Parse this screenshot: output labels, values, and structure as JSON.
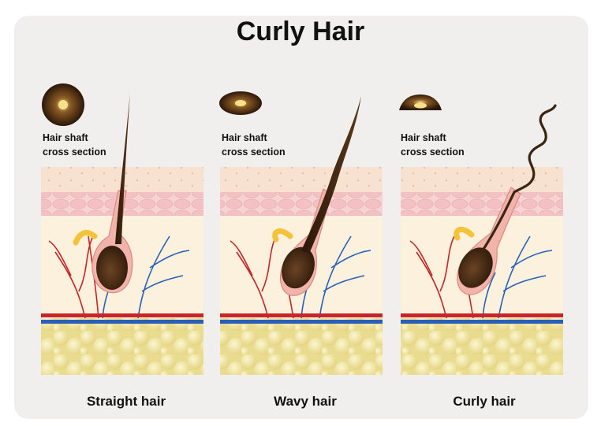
{
  "title": "Curly Hair",
  "panels": [
    {
      "cross_section_label_1": "Hair shaft",
      "cross_section_label_2": "cross section",
      "caption": "Straight hair"
    },
    {
      "cross_section_label_1": "Hair shaft",
      "cross_section_label_2": "cross section",
      "caption": "Wavy hair"
    },
    {
      "cross_section_label_1": "Hair shaft",
      "cross_section_label_2": "cross section",
      "caption": "Curly hair"
    }
  ],
  "colors": {
    "background": "#f0efee",
    "epidermis": "#f6dcc6",
    "skin_layer": "#f3c9cb",
    "dermis": "#fbf1dc",
    "fat": "#efe6a6",
    "hair": "#3a2412",
    "follicle": "#f2b3aa",
    "artery": "#c8242a",
    "vein": "#2a5fb8",
    "gland": "#f4c33a"
  }
}
